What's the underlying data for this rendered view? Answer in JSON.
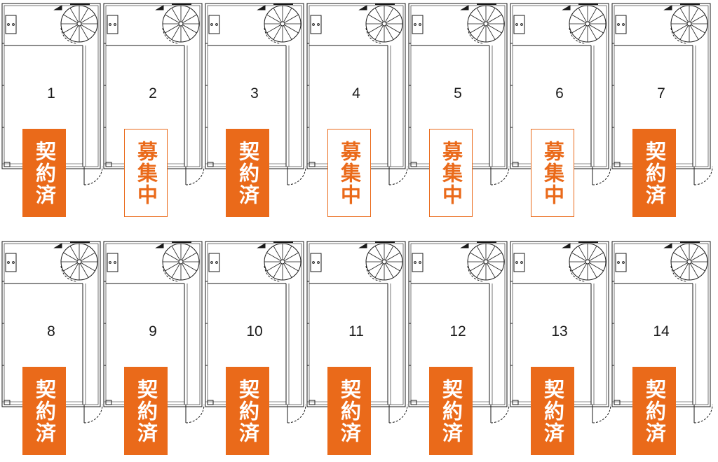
{
  "colors": {
    "accent": "#ea6a1a",
    "line": "#1a1a1a"
  },
  "status_labels": {
    "contracted": "契約済",
    "recruiting": "募集中"
  },
  "units": [
    {
      "number": "1",
      "status": "contracted"
    },
    {
      "number": "2",
      "status": "recruiting"
    },
    {
      "number": "3",
      "status": "contracted"
    },
    {
      "number": "4",
      "status": "recruiting"
    },
    {
      "number": "5",
      "status": "recruiting"
    },
    {
      "number": "6",
      "status": "recruiting"
    },
    {
      "number": "7",
      "status": "contracted"
    },
    {
      "number": "8",
      "status": "contracted"
    },
    {
      "number": "9",
      "status": "contracted"
    },
    {
      "number": "10",
      "status": "contracted"
    },
    {
      "number": "11",
      "status": "contracted"
    },
    {
      "number": "12",
      "status": "contracted"
    },
    {
      "number": "13",
      "status": "contracted"
    },
    {
      "number": "14",
      "status": "contracted"
    }
  ]
}
